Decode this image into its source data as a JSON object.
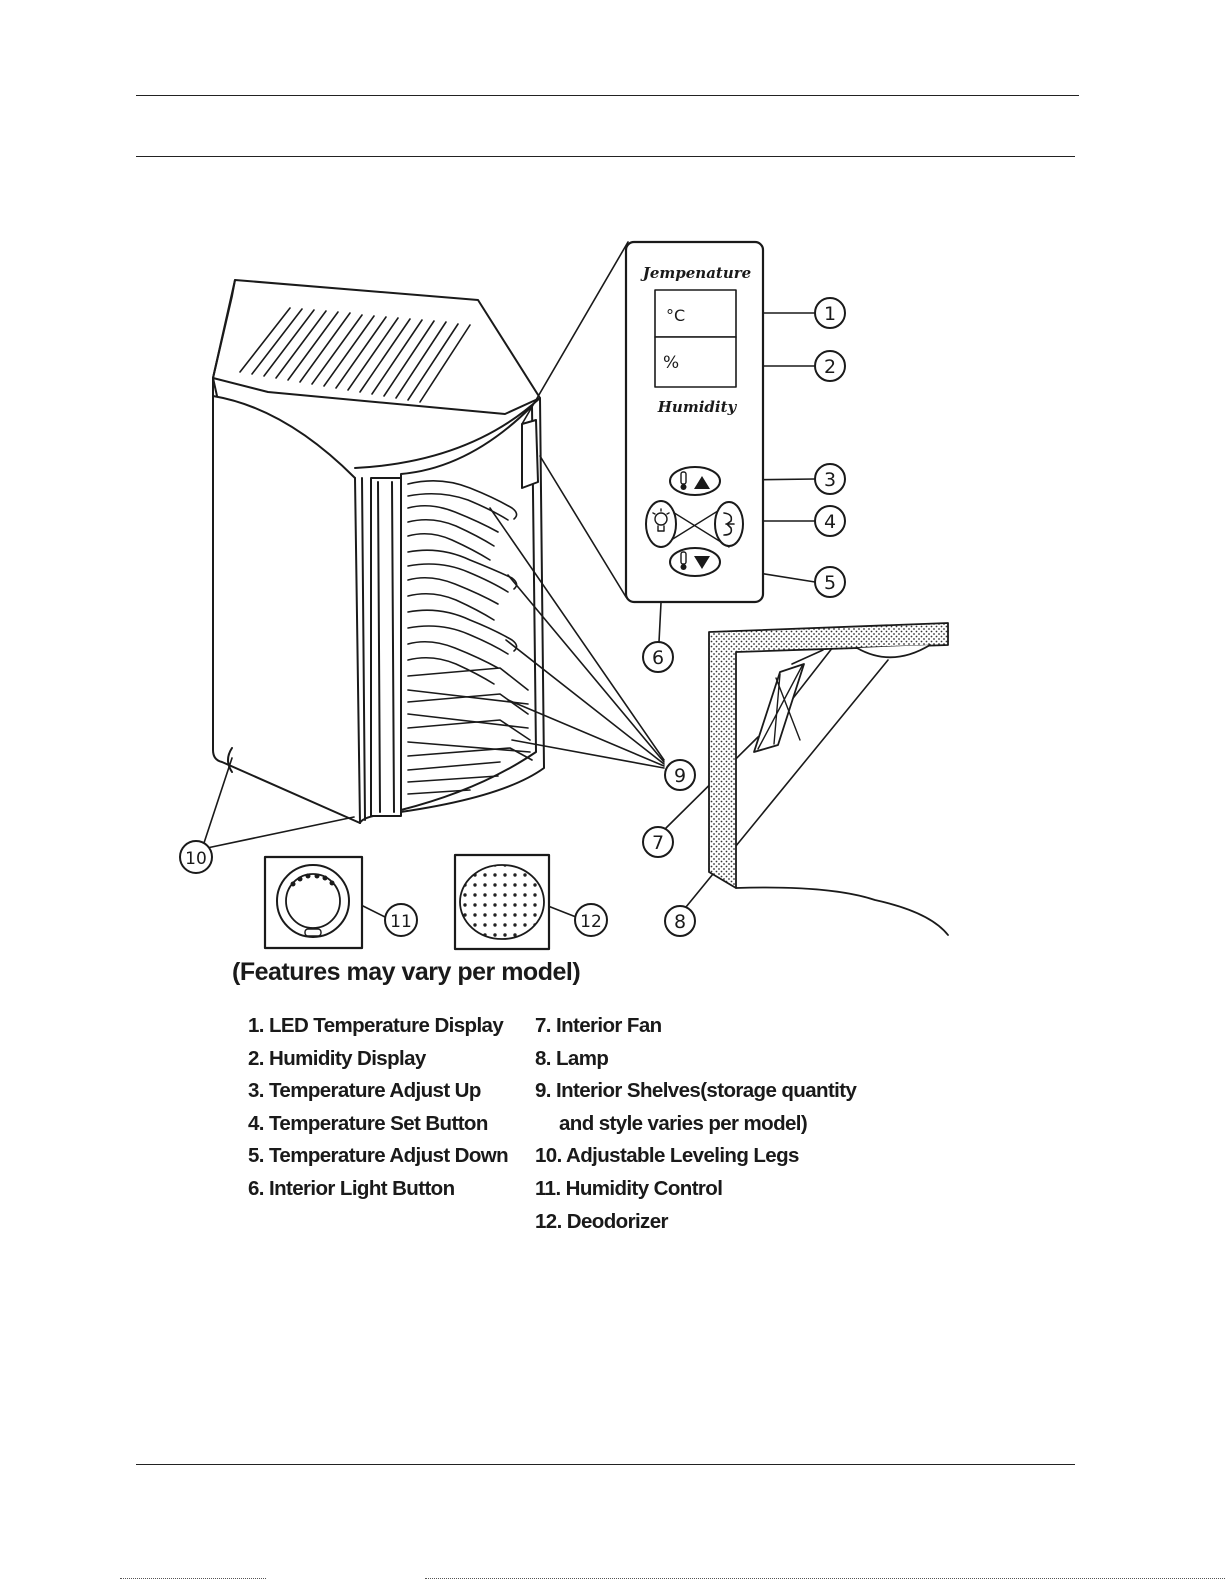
{
  "panel": {
    "top_label": "Jempenature",
    "celsius_unit": "°C",
    "percent_unit": "%",
    "bottom_label": "Humidity"
  },
  "icons": {
    "temp_up": "thermometer-up-icon",
    "temp_down": "thermometer-down-icon",
    "set": "wrench-icon",
    "light": "lightbulb-icon"
  },
  "callouts": [
    "1",
    "2",
    "3",
    "4",
    "5",
    "6",
    "7",
    "8",
    "9",
    "10",
    "11",
    "12"
  ],
  "note": "(Features may vary per model)",
  "legend": {
    "left": [
      "1. LED Temperature Display",
      "2. Humidity Display",
      "3. Temperature Adjust Up",
      "4. Temperature Set Button",
      "5. Temperature Adjust Down",
      "6. Interior Light Button"
    ],
    "right": [
      "7. Interior Fan",
      "8. Lamp",
      "9. Interior Shelves(storage quantity",
      "and style varies per model)",
      "10. Adjustable Leveling Legs",
      "11. Humidity Control",
      "12. Deodorizer"
    ]
  }
}
